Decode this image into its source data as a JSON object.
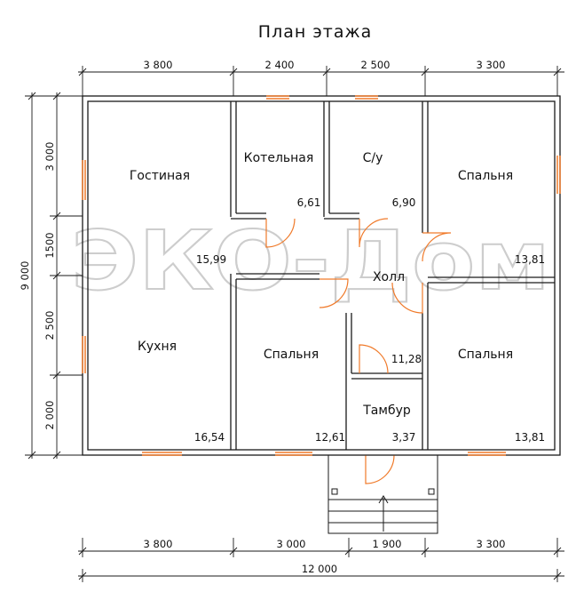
{
  "title": "План этажа",
  "watermark": "ЭКО-Дом",
  "rooms": [
    {
      "key": "living",
      "name": "Гостиная",
      "area": "15,99"
    },
    {
      "key": "boiler",
      "name": "Котельная",
      "area": "6,61"
    },
    {
      "key": "wc",
      "name": "С/у",
      "area": "6,90"
    },
    {
      "key": "bed_tr",
      "name": "Спальня",
      "area": "13,81"
    },
    {
      "key": "hall",
      "name": "Холл",
      "area": "11,28"
    },
    {
      "key": "kitchen",
      "name": "Кухня",
      "area": "16,54"
    },
    {
      "key": "bed_mid",
      "name": "Спальня",
      "area": "12,61"
    },
    {
      "key": "vest",
      "name": "Тамбур",
      "area": "3,37"
    },
    {
      "key": "bed_br",
      "name": "Спальня",
      "area": "13,81"
    }
  ],
  "dims_top": [
    "3 800",
    "2 400",
    "2 500",
    "3 300"
  ],
  "dims_bottom": [
    "3 800",
    "3 000",
    "1 900",
    "3 300"
  ],
  "dim_total_width": "12 000",
  "dims_left": [
    "3 000",
    "1500",
    "2 500",
    "2 000"
  ],
  "dim_total_height": "9 000",
  "colors": {
    "wall": "#1a1a1a",
    "window": "#f07a2a",
    "door": "#f07a2a",
    "wall_fill": "#d8d8d8"
  }
}
